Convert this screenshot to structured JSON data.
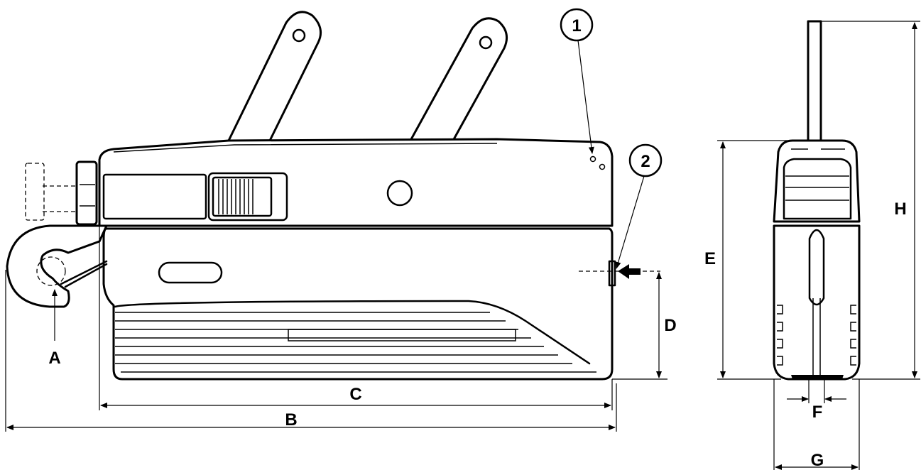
{
  "callouts": [
    {
      "id": "1",
      "label": "1"
    },
    {
      "id": "2",
      "label": "2"
    }
  ],
  "dimensions": {
    "A": "A",
    "B": "B",
    "C": "C",
    "D": "D",
    "E": "E",
    "F": "F",
    "G": "G",
    "H": "H"
  },
  "colors": {
    "line": "#000000",
    "background": "#ffffff"
  }
}
